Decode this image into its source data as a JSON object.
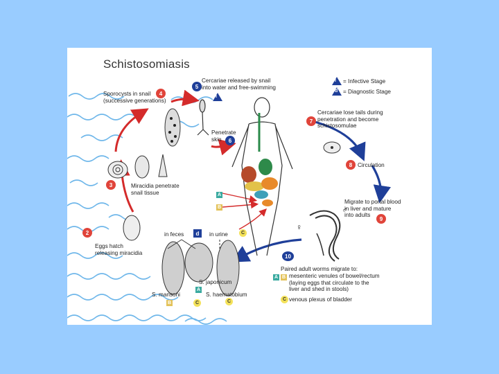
{
  "title": "Schistosomiasis",
  "legend": {
    "infective_symbol": "i",
    "infective_text": "= Infective Stage",
    "diagnostic_symbol": "d",
    "diagnostic_text": "= Diagnostic Stage"
  },
  "stages": [
    {
      "num": "2",
      "text": "Eggs hatch\nreleasing miracidia"
    },
    {
      "num": "3",
      "text": "Miracidia penetrate\nsnail tissue"
    },
    {
      "num": "4",
      "text": "Sporocysts in snail\n(successive generations)"
    },
    {
      "num": "5",
      "text": "Cercariae released by snail\ninto water and free-swimming"
    },
    {
      "num": "6",
      "text": "Penetrate\nskin"
    },
    {
      "num": "7",
      "text": "Cercariae lose tails during\npenetration and become\nschistosomulae"
    },
    {
      "num": "8",
      "text": "Circulation"
    },
    {
      "num": "9",
      "text": "Migrate to portal blood\nin liver and mature\ninto adults"
    },
    {
      "num": "10",
      "text": "Paired adult worms migrate to:"
    }
  ],
  "migration_targets": {
    "ab_text": "mesenteric venules of bowel/rectum\n(laying eggs that circulate to the\nliver and shed in stools)",
    "c_text": "venous plexus of bladder"
  },
  "egg_sources": {
    "feces": "in feces",
    "urine": "in urine",
    "diag_symbol": "d"
  },
  "species": {
    "mansoni": "S. mansoni",
    "japonicum": "S. japonicum",
    "haematobium": "S. haematobium"
  },
  "markers": {
    "A": "A",
    "B": "B",
    "C": "C"
  },
  "sex_symbols": {
    "male": "♂",
    "female": "♀"
  },
  "colors": {
    "background": "#99ccff",
    "panel": "#ffffff",
    "arrow_red": "#d42b2b",
    "arrow_blue": "#1f3f99",
    "water_wave": "#6fb7ea",
    "marker_A": "#3aaaa0",
    "marker_B": "#e3c25a",
    "marker_C": "#f4e25a"
  }
}
